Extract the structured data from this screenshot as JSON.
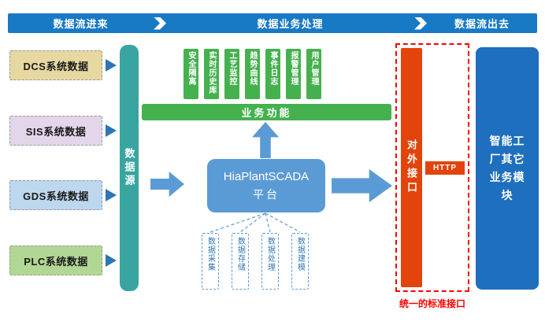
{
  "banner": {
    "bg": "#1879C4",
    "sections": [
      {
        "label": "数据流进来"
      },
      {
        "label": "数据业务处理"
      },
      {
        "label": "数据流出去"
      }
    ]
  },
  "sources": [
    {
      "label": "DCS系统数据",
      "color": "#E6D8A0"
    },
    {
      "label": "SIS系统数据",
      "color": "#E3D5EA"
    },
    {
      "label": "GDS系统数据",
      "color": "#BDD7EE"
    },
    {
      "label": "PLC系统数据",
      "color": "#B2D794"
    }
  ],
  "data_source": {
    "label": "数据源",
    "color": "#38A5A0"
  },
  "business": {
    "chips": [
      "安全隔离",
      "实时历史库",
      "工艺监控",
      "趋势曲线",
      "事件日志",
      "报警管理",
      "用户管理"
    ],
    "bar_label": "业务功能",
    "color": "#45B14E"
  },
  "platform": {
    "name": "HiaPlantSCADA",
    "suffix": "平台",
    "color": "#5B9BD5"
  },
  "modules": [
    "数据采集",
    "数据存储",
    "数据处理",
    "数据建模"
  ],
  "external": {
    "label": "对外接口",
    "http": "HTTP",
    "caption": "统一的标准接口",
    "color": "#E2440C",
    "frame_color": "#FF0000"
  },
  "target": {
    "label": "智能工厂其它业务模块",
    "color": "#1E6FBD"
  }
}
